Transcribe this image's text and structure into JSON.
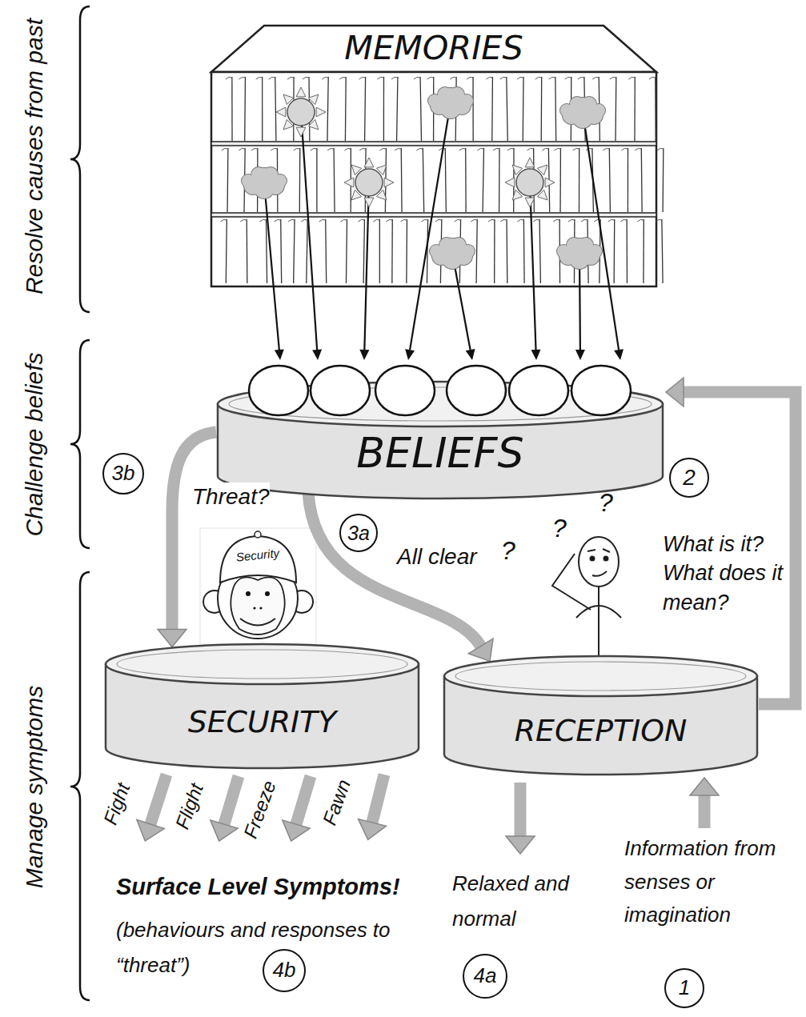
{
  "diagram": {
    "nodes": [
      {
        "text": [
          "MEMORIES"
        ]
      },
      {
        "text": [
          "BELIEFS"
        ]
      },
      {
        "text": [
          "SECURITY"
        ]
      },
      {
        "text": [
          "RECEPTION"
        ]
      }
    ],
    "edges": [
      {
        "from": 0,
        "to": 1,
        "arrow": "to"
      },
      {
        "from": 0,
        "to": 1,
        "arrow": "to"
      },
      {
        "from": 0,
        "to": 1,
        "arrow": "to"
      },
      {
        "from": 0,
        "to": 1,
        "arrow": "to"
      },
      {
        "from": 0,
        "to": 1,
        "arrow": "to"
      },
      {
        "from": 0,
        "to": 1,
        "arrow": "to"
      },
      {
        "from": 0,
        "to": 1,
        "arrow": "to"
      },
      {
        "from": 0,
        "to": 1,
        "arrow": "to"
      },
      {
        "from": 3,
        "to": 1,
        "arrow": "to"
      },
      {
        "from": 1,
        "to": 2,
        "arrow": "to",
        "label": "Threat?"
      },
      {
        "from": 1,
        "to": 3,
        "arrow": "to",
        "label": "All clear"
      }
    ],
    "labels": [
      "Resolve causes from past",
      "Challenge beliefs",
      "Manage symptoms",
      "Security",
      "3b",
      "3a",
      "2",
      "?",
      "?",
      "?",
      "What is it? What does it mean?",
      "Fight",
      "Flight",
      "Freeze",
      "Fawn",
      "Surface Level Symptoms!",
      "(behaviours and responses to “threat”)",
      "4b",
      "Relaxed and normal",
      "4a",
      "Information from senses or imagination",
      "1"
    ]
  }
}
